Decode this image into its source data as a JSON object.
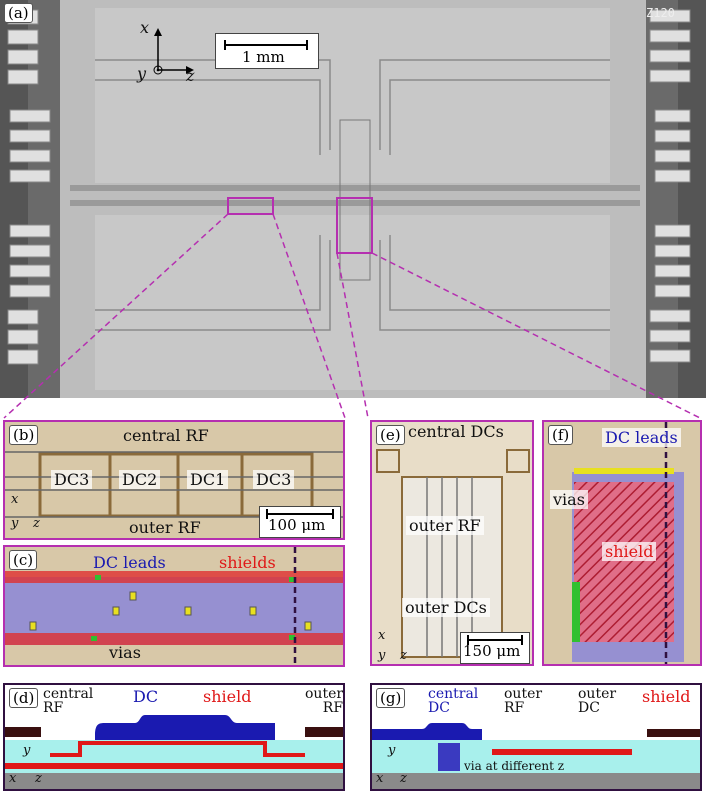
{
  "panels": {
    "a": {
      "label": "(a)",
      "scale": "1 mm",
      "axis_x": "x",
      "axis_y": "y",
      "axis_z": "z",
      "chip_text": "Z120"
    },
    "b": {
      "label": "(b)",
      "central_rf": "central RF",
      "outer_rf": "outer RF",
      "dc_labels": [
        "DC3",
        "DC2",
        "DC1",
        "DC3"
      ],
      "scale": "100 μm",
      "axis_x": "x",
      "axis_y": "y",
      "axis_z": "z"
    },
    "c": {
      "label": "(c)",
      "dc_leads": "DC leads",
      "shields": "shields",
      "vias": "vias"
    },
    "d": {
      "label": "(d)",
      "central_rf": "central\nRF",
      "dc": "DC",
      "shield": "shield",
      "outer_rf": "outer\nRF",
      "axis_x": "x",
      "axis_y": "y",
      "axis_z": "z"
    },
    "e": {
      "label": "(e)",
      "central_dcs": "central DCs",
      "outer_rf": "outer RF",
      "outer_dcs": "outer DCs",
      "scale": "150 μm",
      "axis_x": "x",
      "axis_y": "y",
      "axis_z": "z"
    },
    "f": {
      "label": "(f)",
      "dc_leads": "DC leads",
      "vias": "vias",
      "shield": "shield"
    },
    "g": {
      "label": "(g)",
      "central_dc": "central\nDC",
      "outer_rf": "outer\nRF",
      "outer_dc": "outer\nDC",
      "shield": "shield",
      "via_note": "via at different z",
      "axis_x": "x",
      "axis_y": "y",
      "axis_z": "z"
    }
  },
  "colors": {
    "magenta": "#b52fb0",
    "dc_blue": "#1a1ab0",
    "shield_red": "#e01818",
    "dielectric": "#a8f0ec",
    "substrate": "#8a8a8a",
    "copper_bg": "#d8c8a8"
  }
}
